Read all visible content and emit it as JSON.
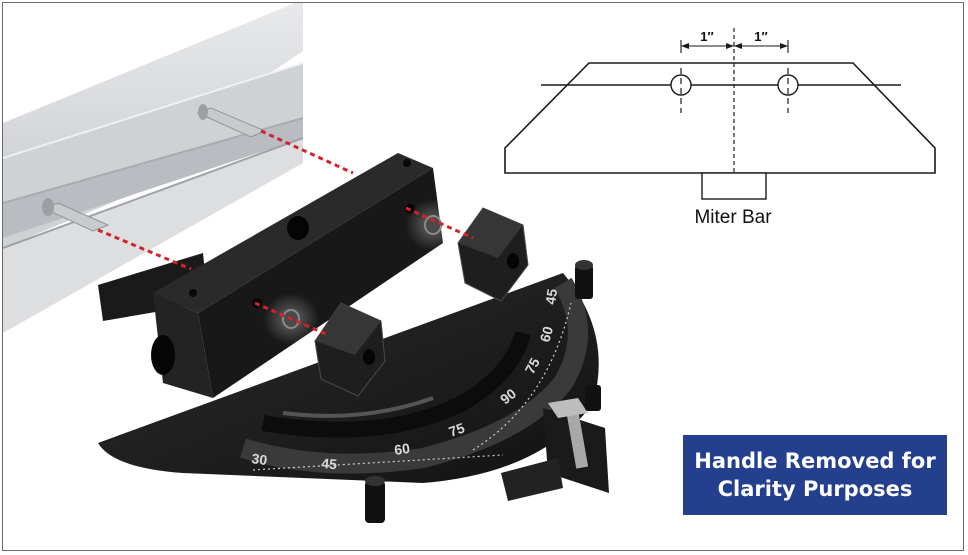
{
  "diagram": {
    "dimension_left": "1″",
    "dimension_right": "1″",
    "miter_bar_label": "Miter Bar"
  },
  "protractor": {
    "scale_ticks": [
      "30",
      "45",
      "60",
      "75",
      "90",
      "75",
      "60",
      "45"
    ]
  },
  "callout": {
    "line1": "Handle Removed for",
    "line2": "Clarity Purposes"
  },
  "colors": {
    "callout_bg": "#253f8f",
    "guide_line": "#d2232a",
    "fence": "#d6d8da",
    "body": "#1b1b1b"
  }
}
